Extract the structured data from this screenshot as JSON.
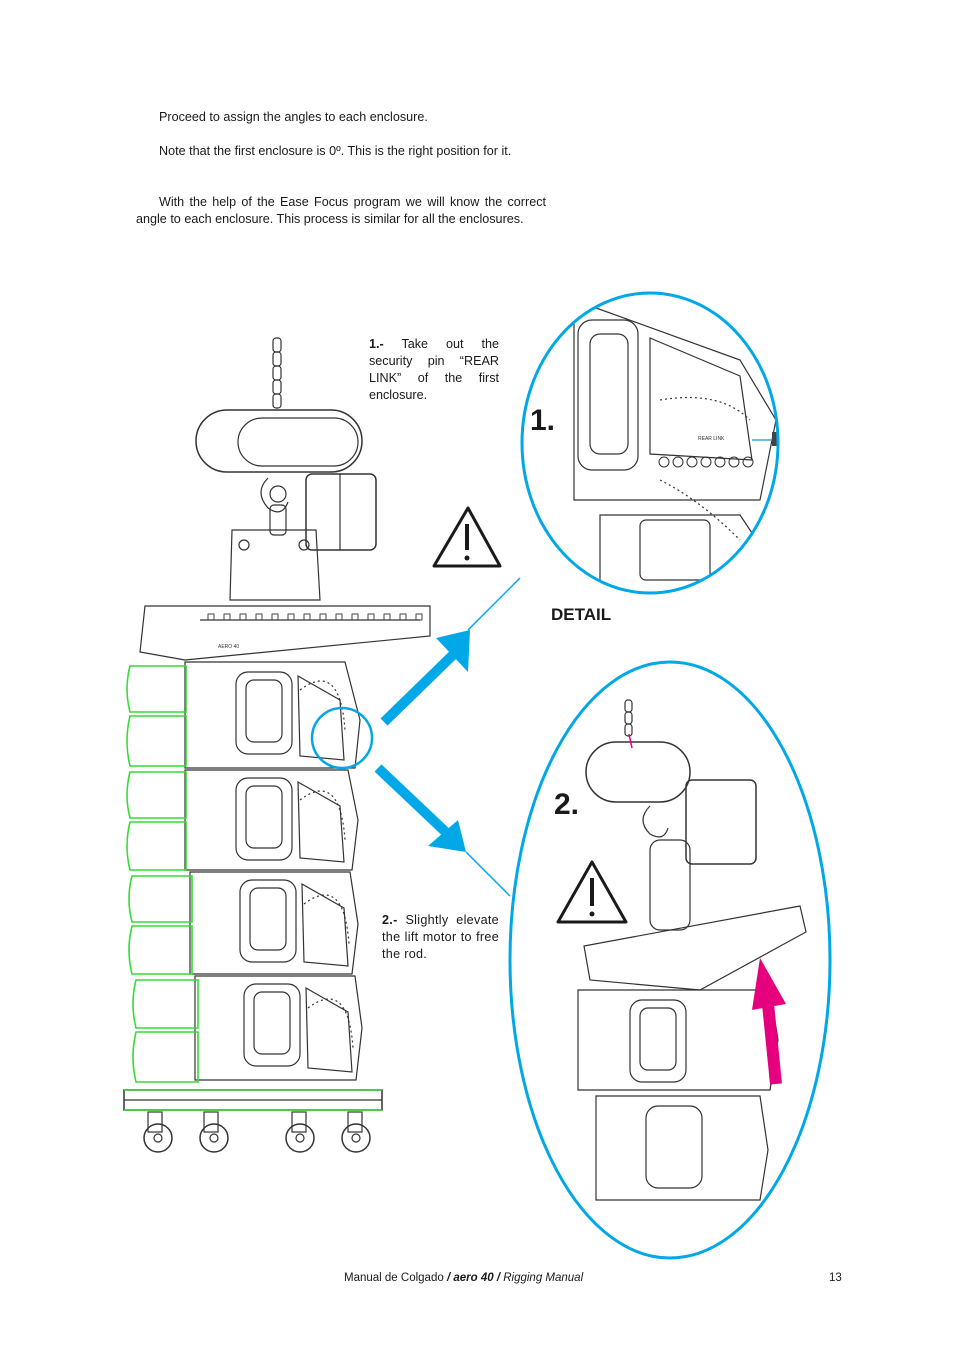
{
  "intro": {
    "p1": "Proceed to assign the angles to each enclosure.",
    "p2": "Note that the first enclosure is 0º. This is the right position for it.",
    "p3": "With the help of the Ease Focus program we will know the correct angle to each enclosure. This process is similar for all the enclosures."
  },
  "steps": [
    {
      "number": "1.-",
      "text": "Take out the security pin “REAR LINK” of the first enclosure."
    },
    {
      "number": "2.-",
      "text": "Slightly elevate the lift motor to free the rod."
    }
  ],
  "callouts": {
    "one": "1.",
    "two": "2.",
    "detail": "DETAIL"
  },
  "drawing_labels": {
    "rear_link": "REAR LINK",
    "model": "AERO 40"
  },
  "footer": {
    "left": "Manual de Colgado",
    "brand": "/ aero 40 /",
    "right": "Rigging Manual",
    "page": "13"
  },
  "colors": {
    "callout_blue": "#00a8e8",
    "highlight_green": "#33dd33",
    "lift_arrow": "#e6007e",
    "line_art": "#333333"
  },
  "icons": [
    "warning-triangle-icon",
    "warning-triangle-icon",
    "arrow-icon",
    "arrow-icon",
    "lift-arrow-icon"
  ]
}
